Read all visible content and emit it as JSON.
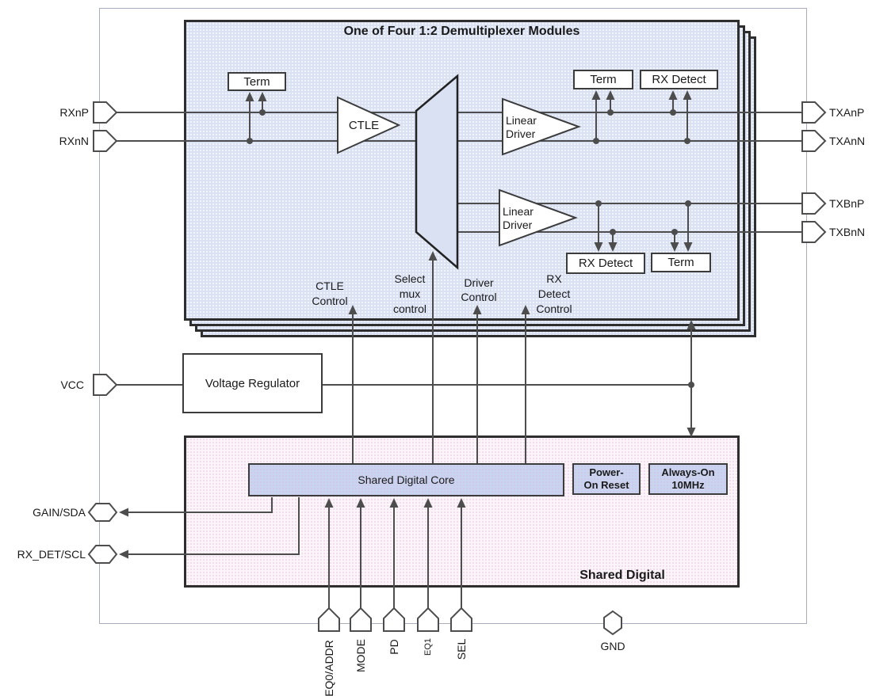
{
  "title": "One of Four 1:2 Demultiplexer Modules",
  "blocks": {
    "term": "Term",
    "rx_detect": "RX Detect",
    "ctle": "CTLE",
    "linear_driver": "Linear\nDriver",
    "voltage_regulator": "Voltage Regulator",
    "shared_digital_core": "Shared Digital Core",
    "power_on_reset": "Power-\nOn Reset",
    "always_on_10mhz": "Always-On\n10MHz",
    "shared_digital_label": "Shared Digital"
  },
  "control_signals": {
    "ctle_control": "CTLE\nControl",
    "select_mux_control": "Select\nmux\ncontrol",
    "driver_control": "Driver\nControl",
    "rx_detect_control": "RX\nDetect\nControl"
  },
  "pins": {
    "left": [
      "RXnP",
      "RXnN",
      "VCC",
      "GAIN/SDA",
      "RX_DET/SCL"
    ],
    "right": [
      "TXAnP",
      "TXAnN",
      "TXBnP",
      "TXBnN"
    ],
    "bottom": [
      "EQ0/ADDR",
      "MODE",
      "PD",
      "EQ1",
      "SEL"
    ],
    "ground": "GND"
  },
  "colors": {
    "module_fill": "#d9e1f3",
    "shared_digital_fill": "#fbf4f9",
    "digital_core_fill": "#c9d5f0",
    "wire": "#4d4d4d",
    "box_border": "#3c3c3c",
    "chip_outline": "#a8adc2"
  }
}
